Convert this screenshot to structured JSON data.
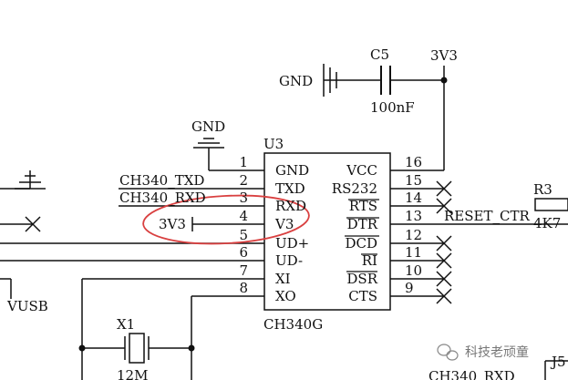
{
  "chip": {
    "ref": "U3",
    "part": "CH340G",
    "left_pins": [
      {
        "num": "1",
        "name": "GND"
      },
      {
        "num": "2",
        "name": "TXD"
      },
      {
        "num": "3",
        "name": "RXD"
      },
      {
        "num": "4",
        "name": "V3"
      },
      {
        "num": "5",
        "name": "UD+"
      },
      {
        "num": "6",
        "name": "UD-"
      },
      {
        "num": "7",
        "name": "XI"
      },
      {
        "num": "8",
        "name": "XO"
      }
    ],
    "right_pins": [
      {
        "num": "16",
        "name": "VCC"
      },
      {
        "num": "15",
        "name": "RS232"
      },
      {
        "num": "14",
        "name": "RTS"
      },
      {
        "num": "13",
        "name": "DTR"
      },
      {
        "num": "12",
        "name": "DCD"
      },
      {
        "num": "11",
        "name": "RI"
      },
      {
        "num": "10",
        "name": "DSR"
      },
      {
        "num": "9",
        "name": "CTS"
      }
    ]
  },
  "capacitor": {
    "ref": "C5",
    "value": "100nF"
  },
  "labels": {
    "gnd_cap": "GND",
    "vcc_3v3": "3V3",
    "gnd_chip": "GND",
    "net_txd": "CH340_TXD",
    "net_rxd": "CH340_RXD",
    "v3_3v3": "3V3",
    "reset_net": "RESET_CTR",
    "resistor_ref": "R3",
    "resistor_value": "4K7",
    "vusb": "VUSB",
    "crystal_ref": "X1",
    "crystal_value": "12M",
    "connector_ref": "J5",
    "bottom_net": "CH340_RXD"
  },
  "watermark": "科技老顽童",
  "colors": {
    "wire": "#111111",
    "highlight": "#d94040"
  }
}
